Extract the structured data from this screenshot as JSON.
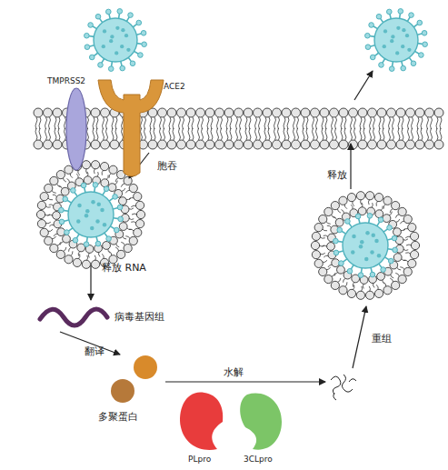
{
  "diagram": {
    "nodes": [
      {
        "text": [
          "TMPRSS2"
        ]
      },
      {
        "text": [
          "ACE2"
        ]
      },
      {
        "text": [
          "病毒基因组"
        ]
      },
      {
        "text": [
          "多聚蛋白"
        ]
      },
      {
        "text": [
          "PLpro"
        ]
      },
      {
        "text": [
          "3CLpro"
        ]
      }
    ],
    "edges": [
      {
        "from": 2,
        "to": 3,
        "label": "翻译",
        "arrow": "to"
      }
    ],
    "labels": [
      "胞吞",
      "释放 RNA",
      "水解",
      "重组",
      "释放"
    ]
  }
}
